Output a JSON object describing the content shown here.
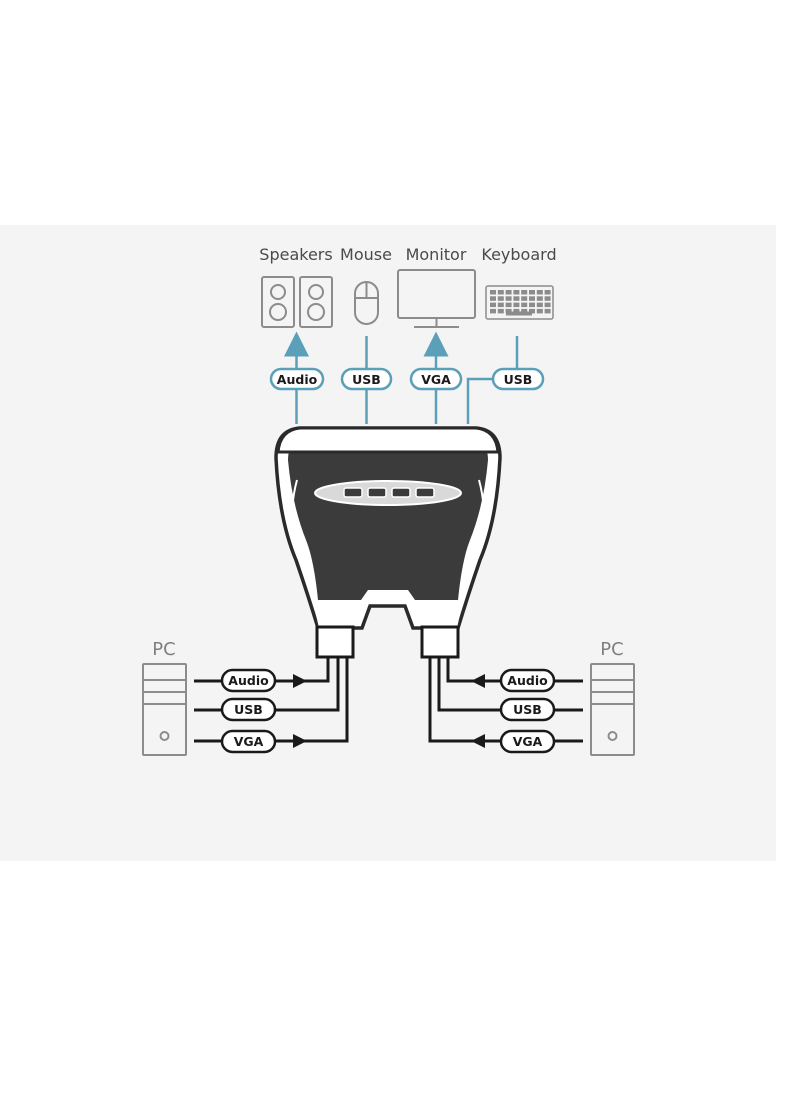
{
  "devices": {
    "speakers": "Speakers",
    "mouse": "Mouse",
    "monitor": "Monitor",
    "keyboard": "Keyboard"
  },
  "top_ports": {
    "audio": "Audio",
    "usb_mouse": "USB",
    "vga": "VGA",
    "usb_keyboard": "USB"
  },
  "left_pc": {
    "label": "PC",
    "ports": [
      "Audio",
      "USB",
      "VGA"
    ]
  },
  "right_pc": {
    "label": "PC",
    "ports": [
      "Audio",
      "USB",
      "VGA"
    ]
  },
  "colors": {
    "panel_bg": "#f4f4f5",
    "top_cable": "#5b9fb8",
    "bottom_cable": "#1a1a1a",
    "icon_gray": "#8c8c8c",
    "switch_body": "#3b3b3b"
  }
}
